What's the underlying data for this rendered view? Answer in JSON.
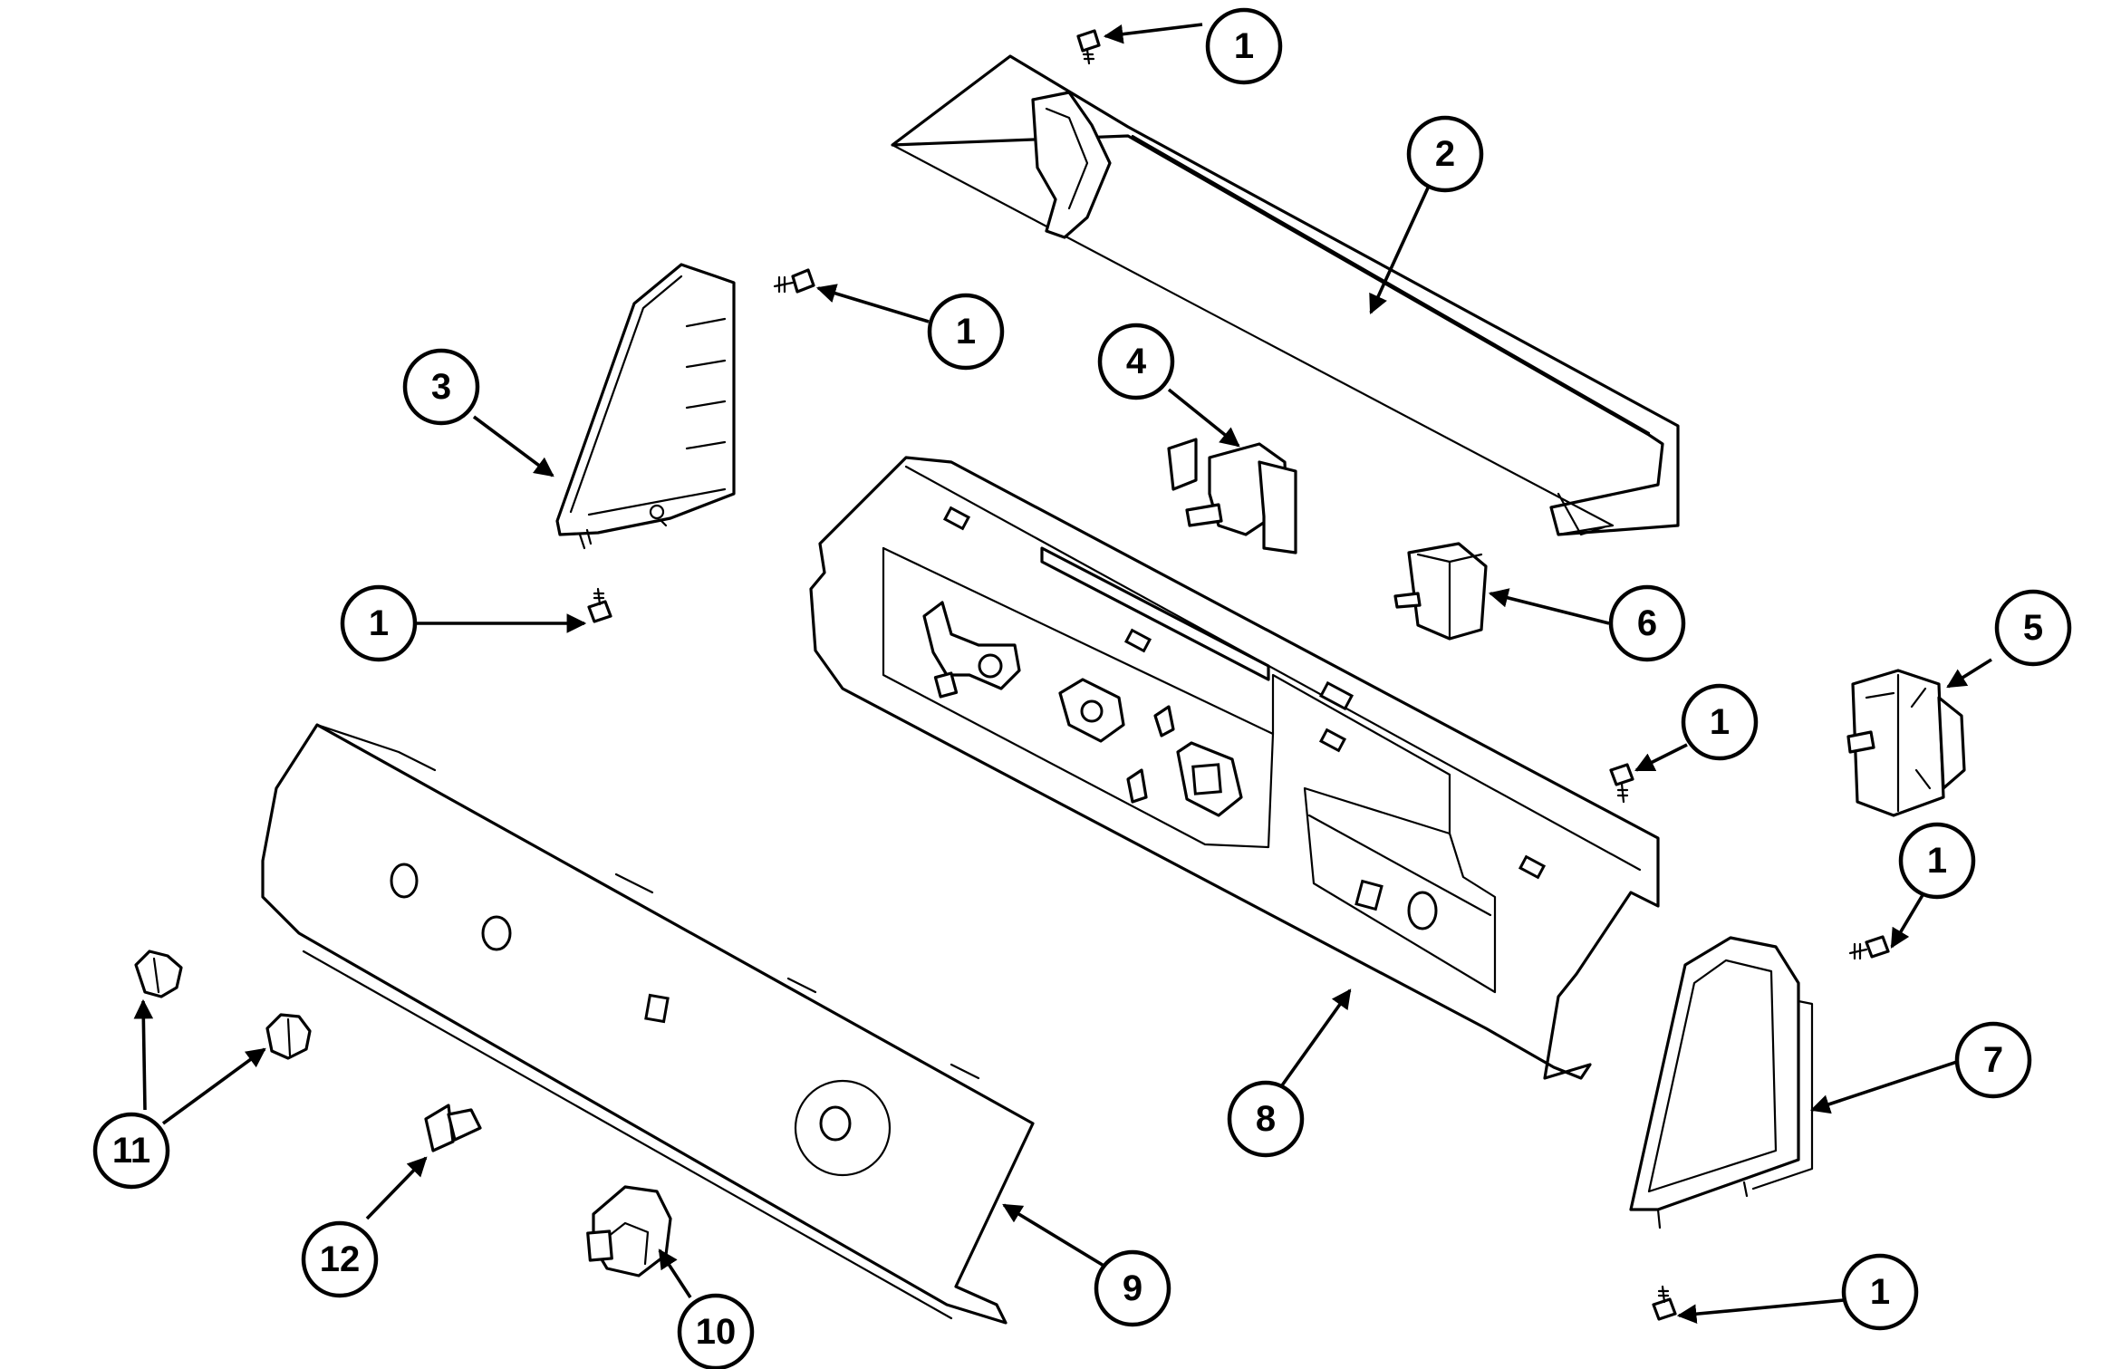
{
  "callouts": [
    {
      "id": "c1a",
      "label": "1"
    },
    {
      "id": "c1b",
      "label": "1"
    },
    {
      "id": "c1c",
      "label": "1"
    },
    {
      "id": "c1d",
      "label": "1"
    },
    {
      "id": "c1e",
      "label": "1"
    },
    {
      "id": "c1f",
      "label": "1"
    },
    {
      "id": "c2",
      "label": "2"
    },
    {
      "id": "c3",
      "label": "3"
    },
    {
      "id": "c4",
      "label": "4"
    },
    {
      "id": "c5",
      "label": "5"
    },
    {
      "id": "c6",
      "label": "6"
    },
    {
      "id": "c7",
      "label": "7"
    },
    {
      "id": "c8",
      "label": "8"
    },
    {
      "id": "c9",
      "label": "9"
    },
    {
      "id": "c10",
      "label": "10"
    },
    {
      "id": "c11",
      "label": "11"
    },
    {
      "id": "c12",
      "label": "12"
    }
  ]
}
